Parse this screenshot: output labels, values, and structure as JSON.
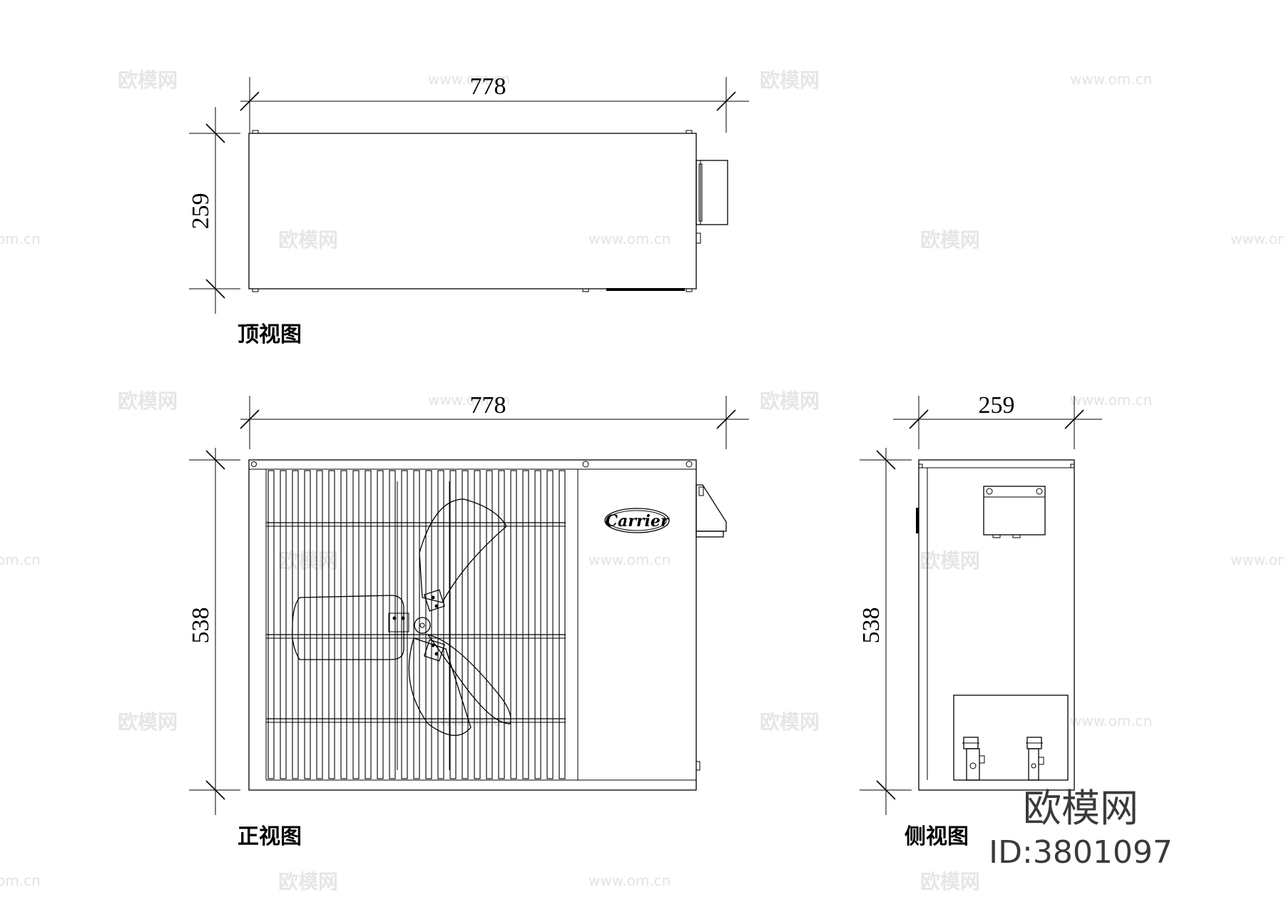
{
  "views": {
    "top": {
      "caption": "顶视图",
      "width_dim": "778",
      "depth_dim": "259"
    },
    "front": {
      "caption": "正视图",
      "width_dim": "778",
      "height_dim": "538",
      "logo": "Carrier"
    },
    "side": {
      "caption": "侧视图",
      "depth_dim": "259",
      "height_dim": "538"
    }
  },
  "watermarks": {
    "brand_cn": "欧模网",
    "url": "www.om.cn",
    "url_alt": "om.cn"
  },
  "brand": {
    "name": "欧模网",
    "id": "ID:3801097"
  }
}
